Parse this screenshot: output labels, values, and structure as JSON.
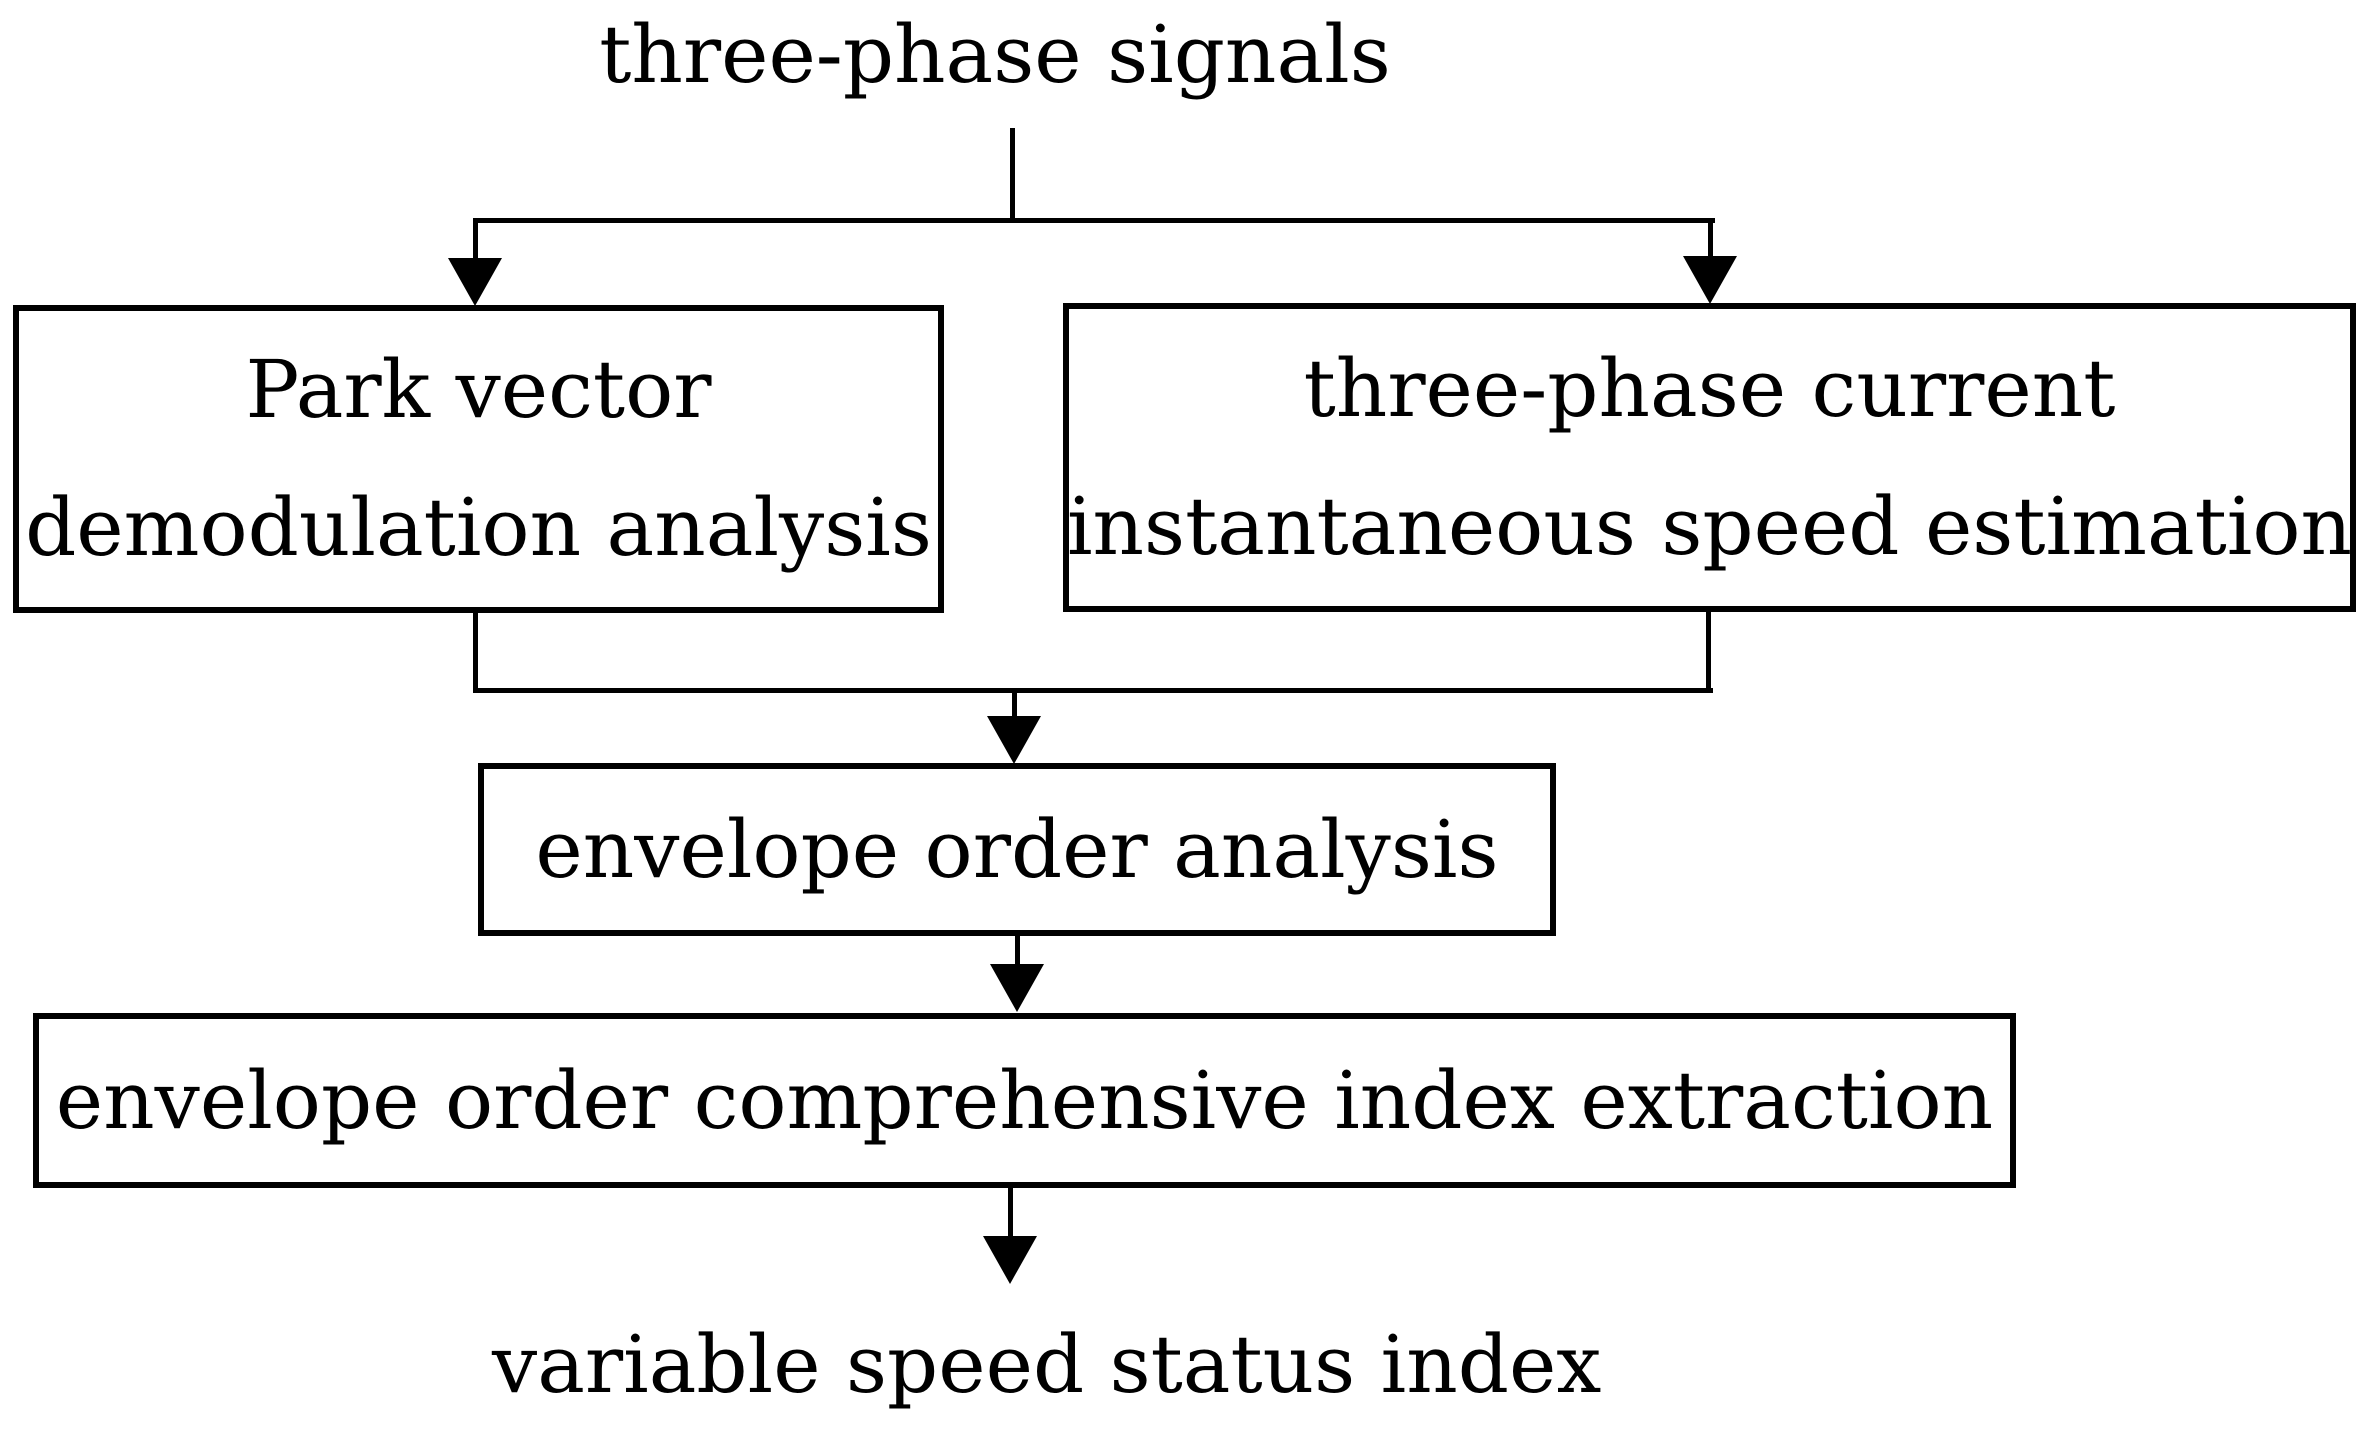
{
  "figure": {
    "type": "flowchart",
    "background_color": "#ffffff",
    "stroke_color": "#000000",
    "text_color": "#000000",
    "source_label": "three-phase signals",
    "sink_label": "variable speed status index",
    "nodes": [
      {
        "id": "park-vector-demodulation",
        "lines": [
          "Park vector",
          "demodulation analysis"
        ]
      },
      {
        "id": "instantaneous-speed-estimation",
        "lines": [
          "three-phase current",
          "instantaneous speed estimation"
        ]
      },
      {
        "id": "envelope-order-analysis",
        "lines": [
          "envelope order analysis"
        ]
      },
      {
        "id": "index-extraction",
        "lines": [
          "envelope order comprehensive index extraction"
        ]
      }
    ],
    "edges": [
      {
        "from": "three-phase signals",
        "to": "park-vector-demodulation"
      },
      {
        "from": "three-phase signals",
        "to": "instantaneous-speed-estimation"
      },
      {
        "from": "park-vector-demodulation",
        "to": "envelope-order-analysis"
      },
      {
        "from": "instantaneous-speed-estimation",
        "to": "envelope-order-analysis"
      },
      {
        "from": "envelope-order-analysis",
        "to": "index-extraction"
      },
      {
        "from": "index-extraction",
        "to": "variable speed status index"
      }
    ]
  }
}
